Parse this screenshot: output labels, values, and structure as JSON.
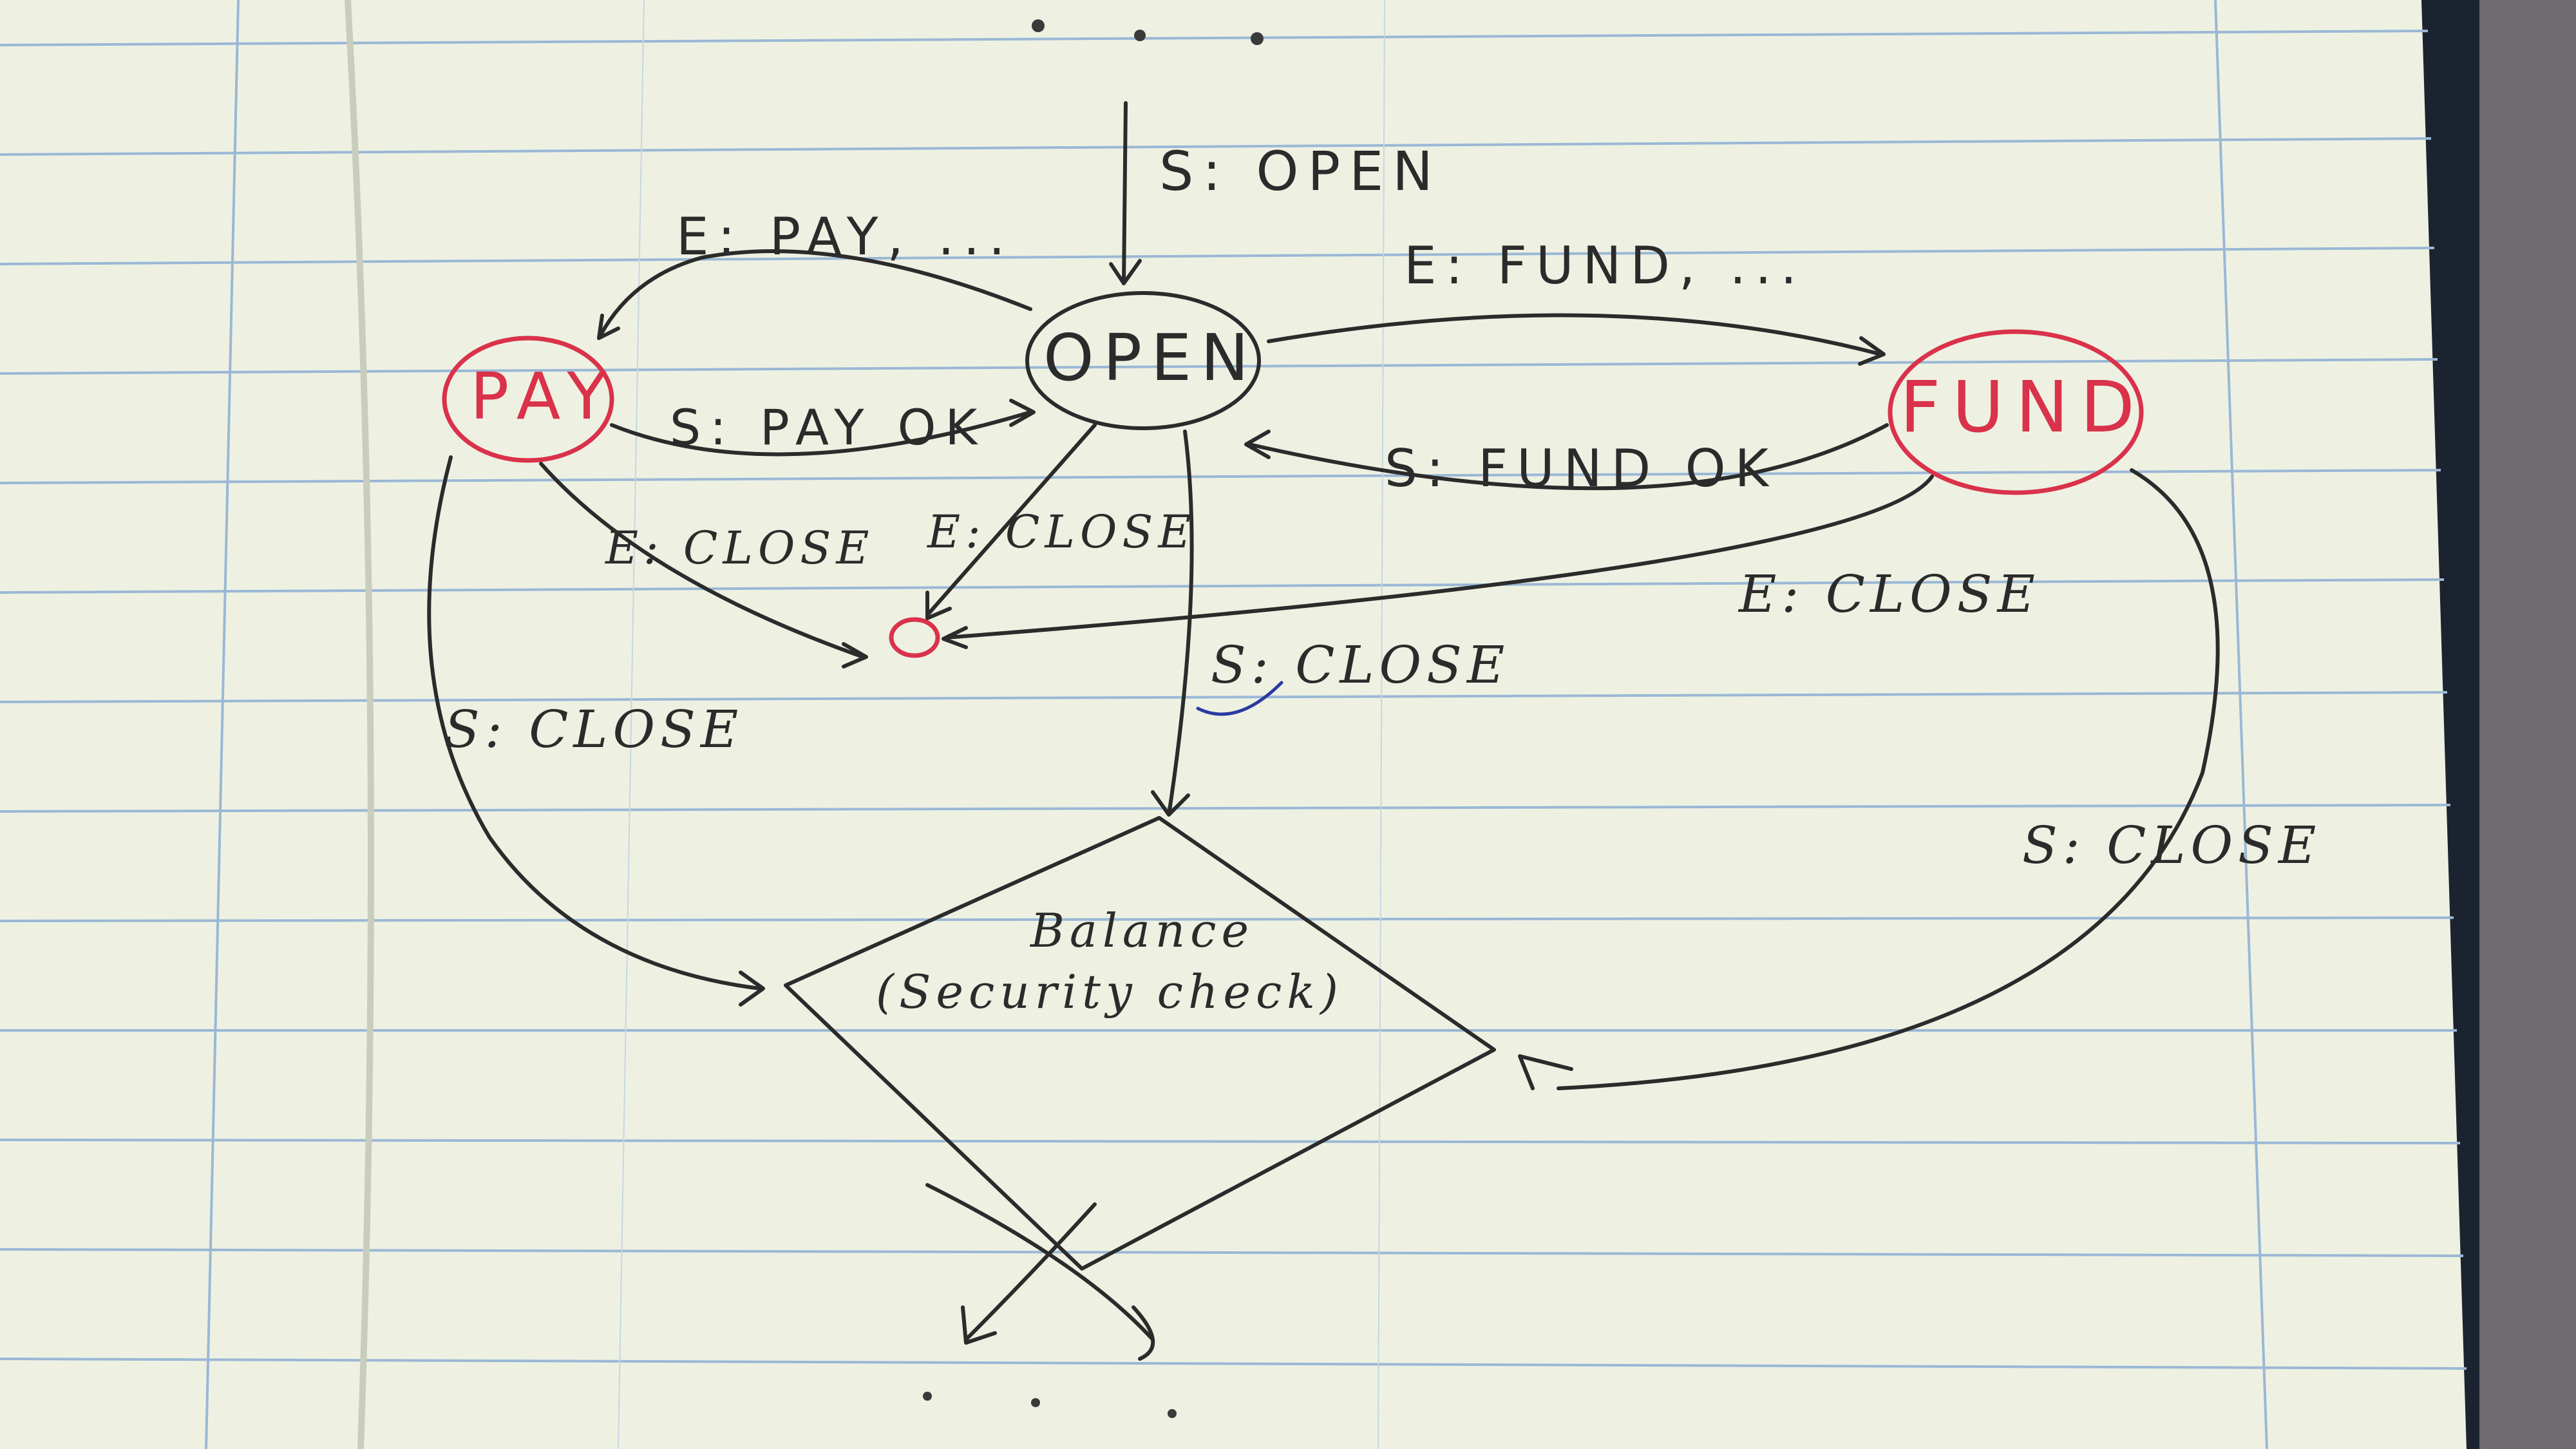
{
  "diagram": {
    "states": {
      "open": "OPEN",
      "pay": "PAY",
      "fund": "FUND",
      "balance_line1": "Balance",
      "balance_line2": "(Security check)"
    },
    "transitions": {
      "start": "S: OPEN",
      "open_to_pay": "E: PAY, ...",
      "pay_to_open": "S: PAY OK",
      "open_to_fund": "E: FUND, ...",
      "fund_to_open": "S: FUND OK",
      "pay_close": "E: CLOSE",
      "open_close": "E: CLOSE",
      "fund_close": "E: CLOSE",
      "open_to_balance": "S: CLOSE",
      "pay_to_balance": "S: CLOSE",
      "fund_to_balance": "S: CLOSE"
    },
    "colors": {
      "paper": "#eef1e2",
      "rule_line": "#9ab8d6",
      "ink": "#2b2b2b",
      "state_highlight": "#d9324a",
      "annotation": "#2a3aa0",
      "notebook_cover": "#1c2330"
    }
  }
}
